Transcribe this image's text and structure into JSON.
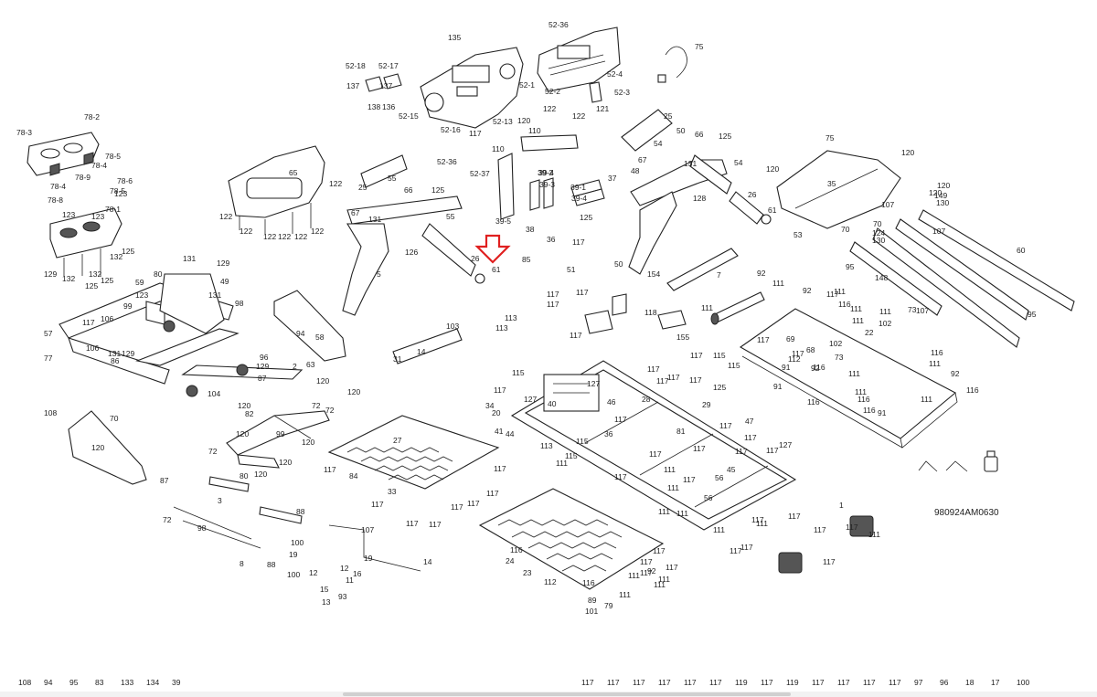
{
  "diagram": {
    "drawing_code": "980924AM0630",
    "highlighted_part": "61",
    "colors": {
      "line": "#222222",
      "highlight": "#e02020",
      "background": "#ffffff"
    },
    "labels": [
      "78-3",
      "78-2",
      "78-5",
      "78-4",
      "78-6",
      "78-5",
      "78-9",
      "78-4",
      "123",
      "78-8",
      "123",
      "123",
      "78-1",
      "125",
      "132",
      "129",
      "132",
      "125",
      "125",
      "132",
      "65",
      "122",
      "122",
      "122",
      "122",
      "122",
      "122",
      "122",
      "52-18",
      "52-17",
      "137",
      "137",
      "138",
      "136",
      "52-15",
      "135",
      "52-1",
      "52-36",
      "52-4",
      "52-3",
      "121",
      "52-2",
      "122",
      "122",
      "75",
      "52-16",
      "117",
      "52-36",
      "52-13",
      "120",
      "110",
      "110",
      "39-2",
      "39-3",
      "39-4",
      "39-1",
      "39-4",
      "125",
      "39-5",
      "37",
      "38",
      "36",
      "48",
      "52-37",
      "55",
      "25",
      "66",
      "125",
      "131",
      "67",
      "55",
      "126",
      "5",
      "26",
      "61",
      "85",
      "25",
      "54",
      "50",
      "66",
      "125",
      "131",
      "54",
      "67",
      "128",
      "26",
      "61",
      "50",
      "7",
      "154",
      "117",
      "51",
      "118",
      "155",
      "75",
      "35",
      "120",
      "53",
      "120",
      "120",
      "120",
      "149",
      "130",
      "107",
      "70",
      "124",
      "130",
      "107",
      "70",
      "95",
      "148",
      "107",
      "95",
      "60",
      "59",
      "80",
      "131",
      "129",
      "49",
      "131",
      "98",
      "123",
      "117",
      "106",
      "99",
      "106",
      "57",
      "77",
      "86",
      "131",
      "129",
      "96",
      "129",
      "87",
      "104",
      "94",
      "58",
      "2",
      "120",
      "63",
      "120",
      "72",
      "72",
      "72",
      "120",
      "99",
      "108",
      "120",
      "70",
      "87",
      "120",
      "82",
      "120",
      "120",
      "120",
      "80",
      "3",
      "72",
      "98",
      "88",
      "8",
      "100",
      "19",
      "88",
      "100",
      "12",
      "19",
      "11",
      "12",
      "16",
      "15",
      "13",
      "93",
      "107",
      "14",
      "103",
      "14",
      "31",
      "27",
      "117",
      "84",
      "117",
      "33",
      "117",
      "117",
      "117",
      "117",
      "117",
      "117",
      "117",
      "117",
      "117",
      "117",
      "113",
      "113",
      "115",
      "117",
      "34",
      "20",
      "41",
      "44",
      "127",
      "40",
      "127",
      "46",
      "28",
      "113",
      "115",
      "115",
      "36",
      "117",
      "117",
      "117",
      "117",
      "117",
      "29",
      "117",
      "115",
      "115",
      "125",
      "81",
      "117",
      "117",
      "117",
      "56",
      "45",
      "47",
      "117",
      "117",
      "127",
      "117",
      "111",
      "111",
      "117",
      "117",
      "56",
      "111",
      "111",
      "111",
      "111",
      "117",
      "117",
      "117",
      "117",
      "111",
      "117",
      "1",
      "117",
      "117",
      "111",
      "117",
      "111",
      "111",
      "102",
      "73",
      "111",
      "102",
      "73",
      "22",
      "69",
      "68",
      "117",
      "117",
      "116",
      "91",
      "116",
      "111",
      "111",
      "116",
      "91",
      "92",
      "116",
      "111",
      "111",
      "116",
      "91",
      "116",
      "92",
      "111",
      "111",
      "92",
      "111",
      "116",
      "112",
      "92",
      "116",
      "24",
      "23",
      "112",
      "116",
      "89",
      "101",
      "79",
      "111",
      "111",
      "92",
      "111",
      "111",
      "117",
      "117",
      "117",
      "117",
      "117",
      "117",
      "117",
      "117",
      "117",
      "117",
      "119",
      "117",
      "119",
      "117",
      "117",
      "117",
      "117",
      "97",
      "96",
      "18",
      "17",
      "100",
      "108",
      "94",
      "95",
      "83",
      "133",
      "134",
      "39"
    ]
  }
}
